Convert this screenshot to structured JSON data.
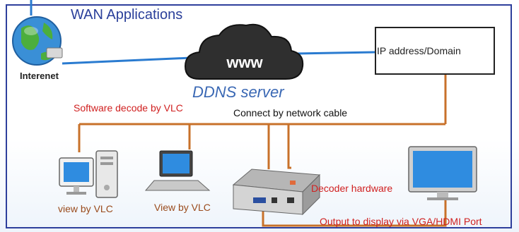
{
  "diagram": {
    "title": "WAN Applications",
    "internet_label": "Interenet",
    "cloud_text": "www",
    "ddns_label": "DDNS server",
    "ip_box_label": "IP address/Domain",
    "software_decode_label": "Software decode by VLC",
    "cable_label": "Connect by network cable",
    "pc_view_label": "view by VLC",
    "laptop_view_label": "View by VLC",
    "decoder_label": "Decoder hardware",
    "output_label": "Output to display via VGA/HDMI Port"
  },
  "colors": {
    "frame": "#2e3f9c",
    "cable_orange": "#c8712a",
    "link_blue": "#2a7bd0",
    "red_text": "#d02020",
    "ddns_blue": "#3a68b4"
  },
  "icons": [
    "globe-icon",
    "cloud-icon",
    "desktop-pc-icon",
    "laptop-icon",
    "decoder-box-icon",
    "monitor-icon"
  ]
}
